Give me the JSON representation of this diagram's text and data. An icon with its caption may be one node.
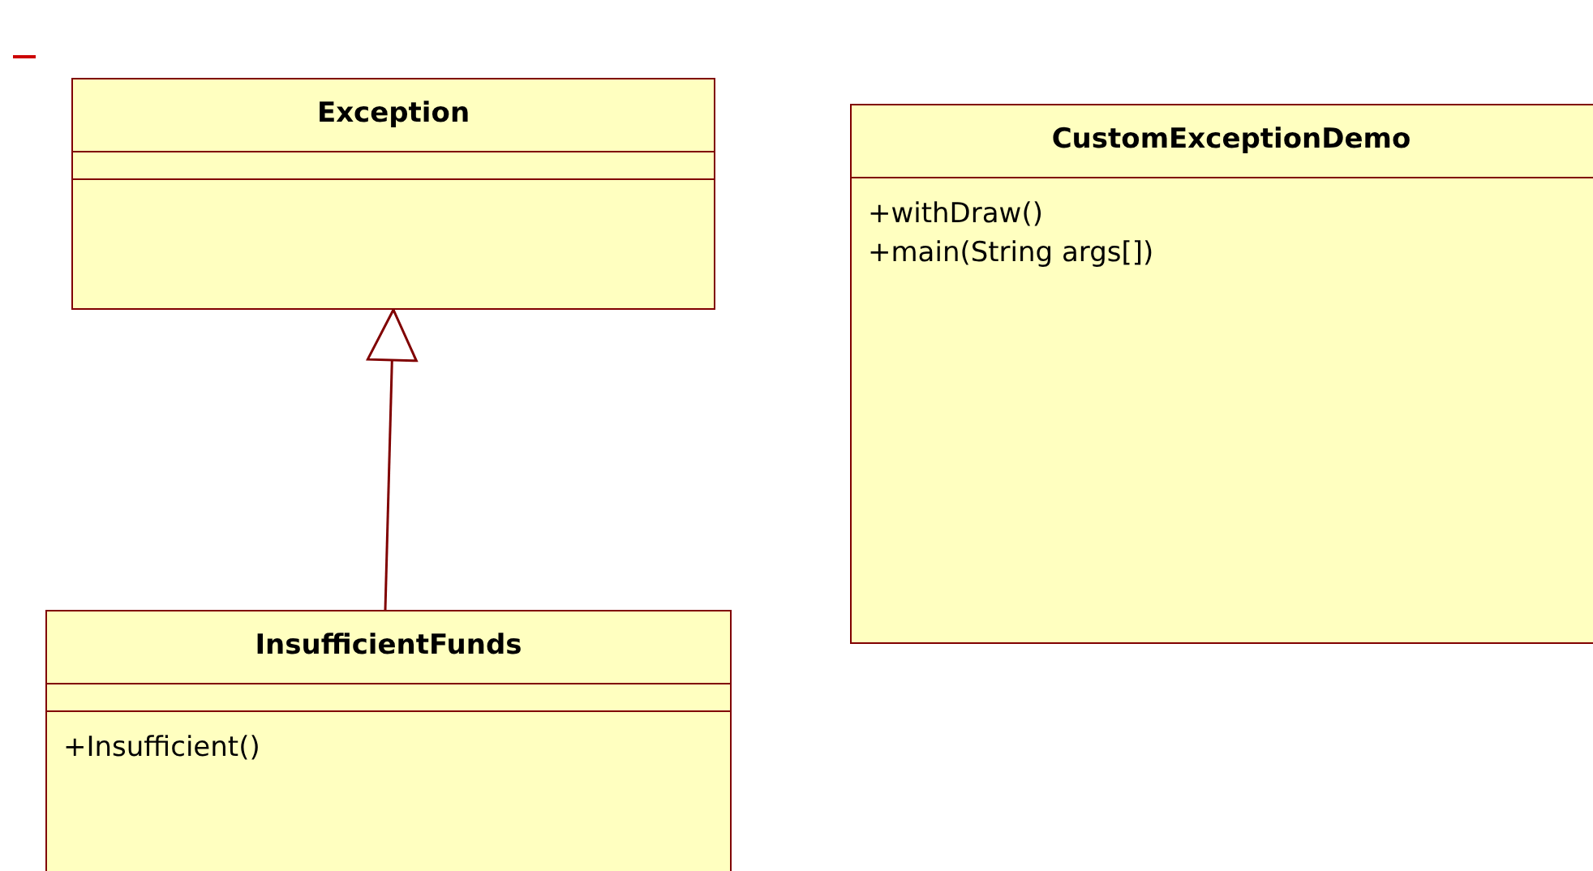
{
  "diagram": {
    "nodes": [
      {
        "text": [
          "Exception"
        ]
      },
      {
        "text": [
          "InsufficientFunds",
          "+Insufficient()"
        ]
      },
      {
        "text": [
          "CustomExceptionDemo",
          "+withDraw()",
          "+main(String args[])"
        ]
      }
    ],
    "edges": [
      {
        "from": 1,
        "to": 0,
        "arrow": "to"
      }
    ]
  }
}
